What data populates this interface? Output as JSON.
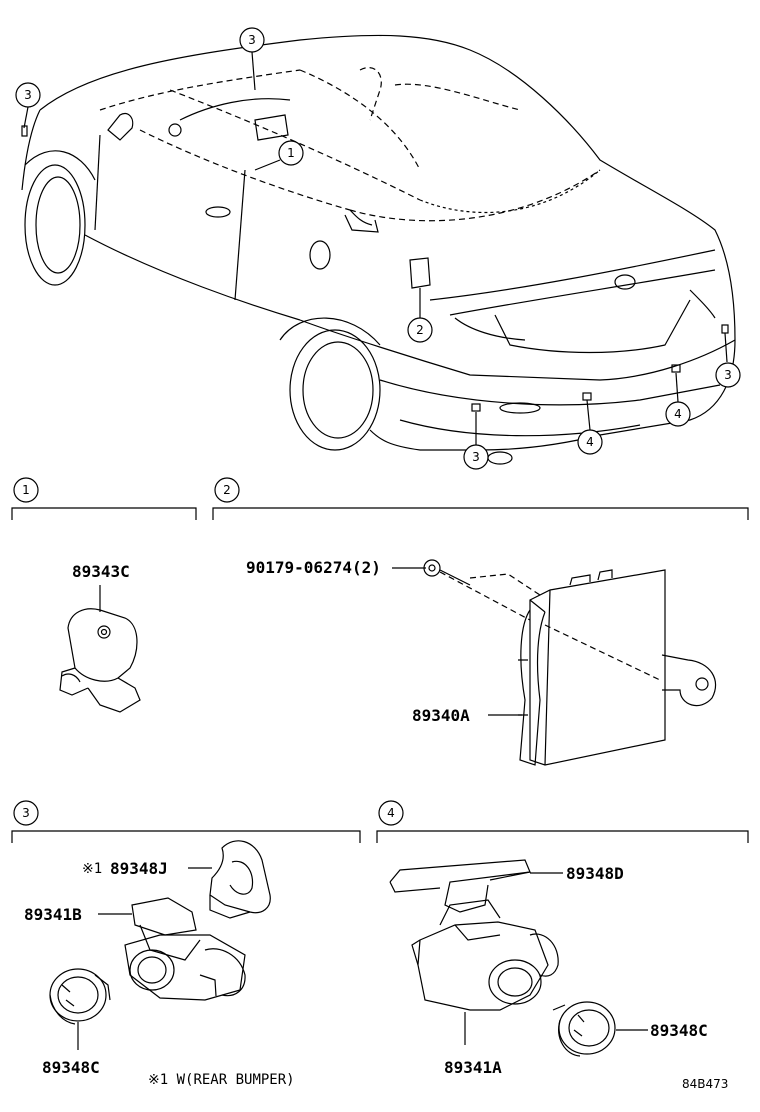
{
  "callouts": {
    "c1": "1",
    "c2": "2",
    "c3": "3",
    "c4": "4"
  },
  "sections": {
    "s1": {
      "marker": "1",
      "parts": {
        "p1": "89343C"
      }
    },
    "s2": {
      "marker": "2",
      "parts": {
        "bolt": "90179-06274(2)",
        "ecu": "89340A"
      }
    },
    "s3": {
      "marker": "3",
      "note_mark": "※1",
      "parts": {
        "retainer": "89348J",
        "sensor": "89341B",
        "ring": "89348C"
      },
      "footnote": "※1 W(REAR  BUMPER)"
    },
    "s4": {
      "marker": "4",
      "parts": {
        "bracket": "89348D",
        "ring": "89348C",
        "sensor": "89341A"
      }
    }
  },
  "drawing_code": "84B473"
}
